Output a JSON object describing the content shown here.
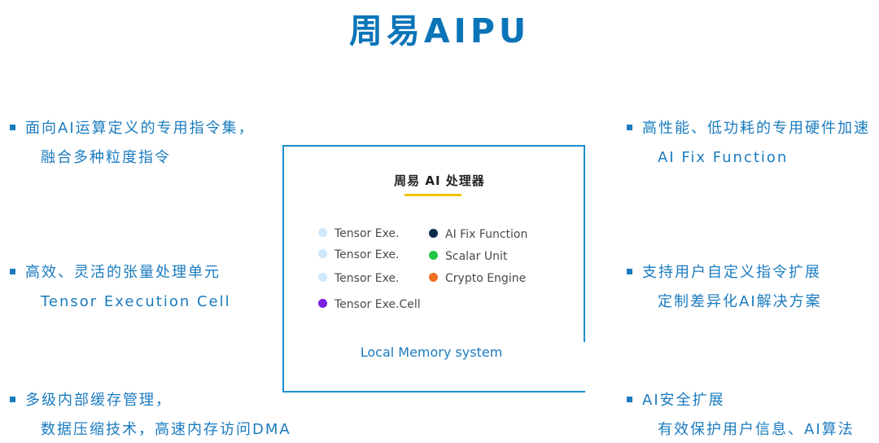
{
  "title": "周易AIPU",
  "left_points": [
    {
      "line1": "面向AI运算定义的专用指令集，",
      "line2": "融合多种粒度指令"
    },
    {
      "line1": "高效、灵活的张量处理单元",
      "line2": "Tensor Execution Cell"
    },
    {
      "line1": "多级内部缓存管理，",
      "line2": "数据压缩技术，高速内存访问DMA"
    }
  ],
  "right_points": [
    {
      "line1": "高性能、低功耗的专用硬件加速",
      "line2": "AI Fix Function"
    },
    {
      "line1": "支持用户自定义指令扩展",
      "line2": "定制差异化AI解决方案"
    },
    {
      "line1": "AI安全扩展",
      "line2": "有效保护用户信息、AI算法"
    }
  ],
  "chip": {
    "title": "周易 AI 处理器",
    "blocks": [
      {
        "label": "Tensor Exe.",
        "color": "#cfe7fa"
      },
      {
        "label": "Tensor Exe.",
        "color": "#cfe7fa"
      },
      {
        "label": "Tensor Exe.",
        "color": "#cfe7fa"
      },
      {
        "label": "Tensor Exe.Cell",
        "color": "#7a1fe0"
      },
      {
        "label": "AI Fix Function",
        "color": "#0d2a4a"
      },
      {
        "label": "Scalar Unit",
        "color": "#22c445"
      },
      {
        "label": "Crypto Engine",
        "color": "#f07020"
      }
    ],
    "memory_label": "Local Memory system"
  },
  "colors": {
    "accent": "#1a7bbf",
    "frame": "#1a8fd0",
    "underline": "#f2c200"
  }
}
